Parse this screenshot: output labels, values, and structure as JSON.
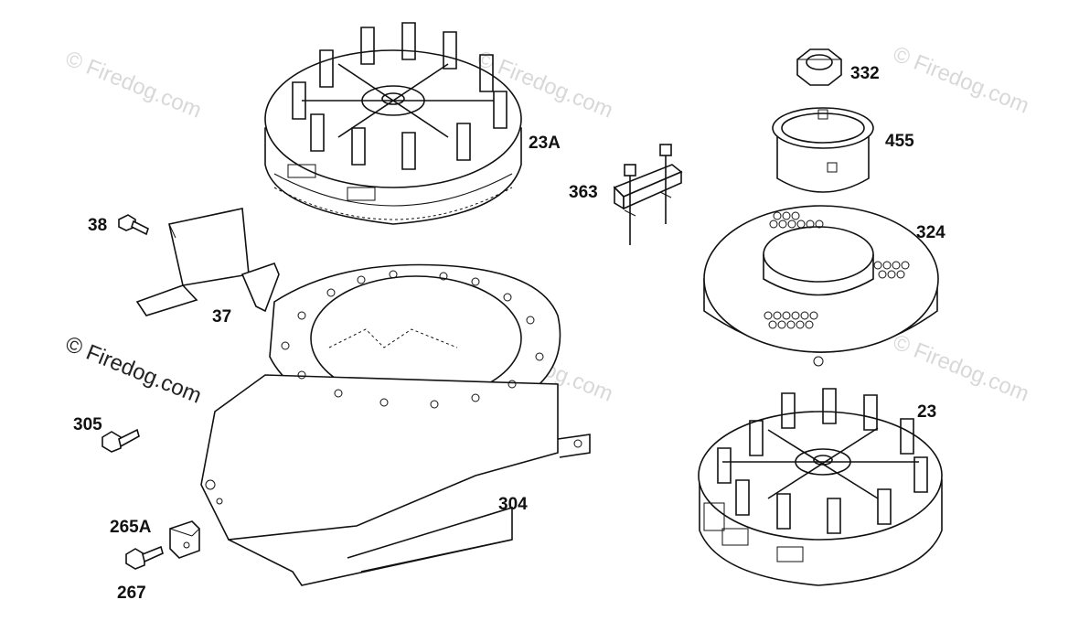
{
  "watermarks": {
    "light_text": "© Firedog.com",
    "dark_text": "© Firedog.com"
  },
  "parts": [
    {
      "id": "23A",
      "label": "23A",
      "name": "flywheel-upper"
    },
    {
      "id": "363",
      "label": "363",
      "name": "bracket-assembly"
    },
    {
      "id": "332",
      "label": "332",
      "name": "nut"
    },
    {
      "id": "455",
      "label": "455",
      "name": "starter-cup"
    },
    {
      "id": "324",
      "label": "324",
      "name": "rotating-screen"
    },
    {
      "id": "38",
      "label": "38",
      "name": "screw-38"
    },
    {
      "id": "37",
      "label": "37",
      "name": "air-guide"
    },
    {
      "id": "305",
      "label": "305",
      "name": "screw-305"
    },
    {
      "id": "304",
      "label": "304",
      "name": "blower-housing"
    },
    {
      "id": "265A",
      "label": "265A",
      "name": "clip-nut"
    },
    {
      "id": "267",
      "label": "267",
      "name": "screw-267"
    },
    {
      "id": "23",
      "label": "23",
      "name": "flywheel-lower"
    }
  ]
}
